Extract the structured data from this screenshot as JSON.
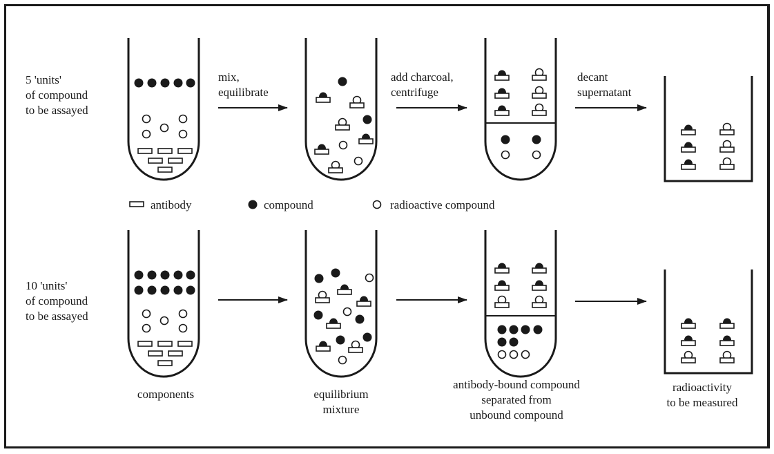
{
  "row1": {
    "amount_label": "5 'units'\nof compound\nto be assayed",
    "step1_label": "mix,\nequilibrate",
    "step2_label": "add charcoal,\ncentrifuge",
    "step3_label": "decant\nsupernatant"
  },
  "legend": {
    "antibody": "antibody",
    "compound": "compound",
    "radioactive": "radioactive compound"
  },
  "row2": {
    "amount_label": "10 'units'\nof compound\nto be assayed"
  },
  "captions": {
    "components": "components",
    "equilibrium": "equilibrium\nmixture",
    "separated": "antibody-bound compound\nseparated from\nunbound compound",
    "measured": "radioactivity\nto be measured"
  }
}
